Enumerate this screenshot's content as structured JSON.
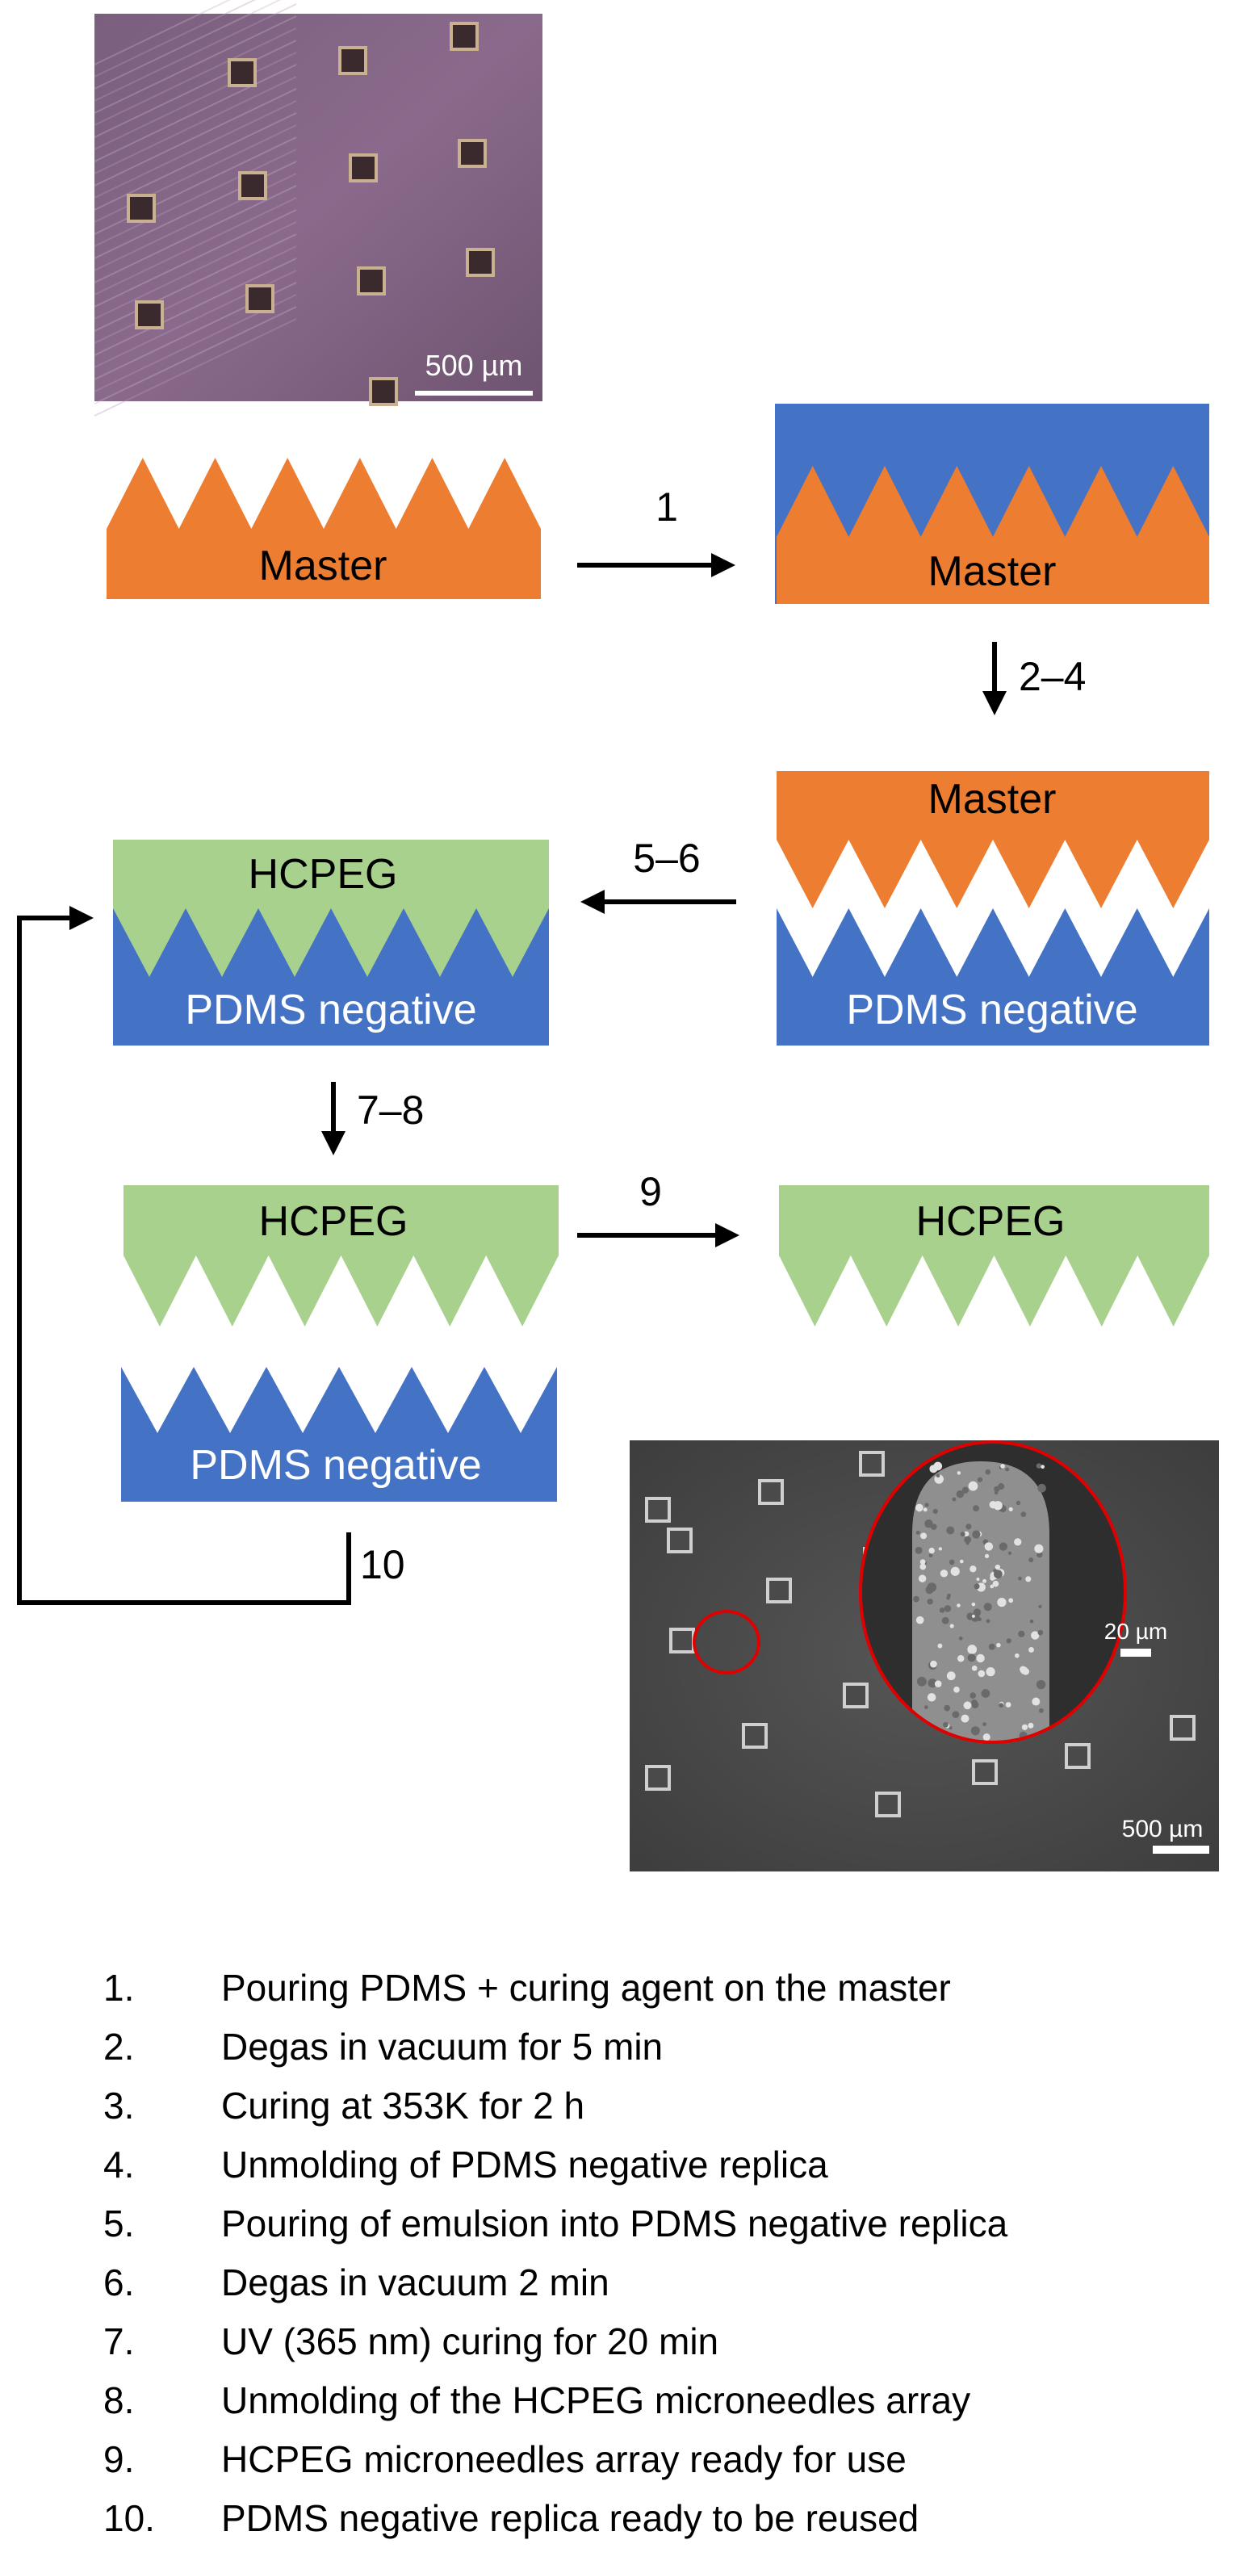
{
  "colors": {
    "master": "#ED7D31",
    "pdms": "#4472C4",
    "hcpeg": "#A9D18E",
    "arrow": "#000000",
    "highlight_circle": "#E00000"
  },
  "blocks": {
    "master_1": "Master",
    "master_2": "Master",
    "master_3": "Master",
    "pdms_1": "PDMS negative",
    "hcpeg_1": "HCPEG",
    "pdms_2": "PDMS negative",
    "hcpeg_2": "HCPEG",
    "hcpeg_3": "HCPEG",
    "pdms_3": "PDMS negative"
  },
  "arrow_labels": {
    "a1": "1",
    "a2": "2–4",
    "a3": "5–6",
    "a4": "7–8",
    "a5": "9",
    "a6": "10"
  },
  "images": {
    "optical_scale": "500 µm",
    "sem_scale": "500 µm",
    "sem_inset_scale": "20 µm"
  },
  "steps": [
    {
      "num": "1.",
      "text": "Pouring PDMS + curing agent on the master"
    },
    {
      "num": "2.",
      "text": "Degas in vacuum for 5 min"
    },
    {
      "num": "3.",
      "text": "Curing at 353K for 2 h"
    },
    {
      "num": "4.",
      "text": "Unmolding of PDMS negative replica"
    },
    {
      "num": "5.",
      "text": "Pouring of emulsion into PDMS negative replica"
    },
    {
      "num": "6.",
      "text": "Degas in vacuum 2 min"
    },
    {
      "num": "7.",
      "text": "UV (365 nm) curing for 20 min"
    },
    {
      "num": "8.",
      "text": "Unmolding of the HCPEG microneedles array"
    },
    {
      "num": "9.",
      "text": "HCPEG microneedles array ready for use"
    },
    {
      "num": "10.",
      "text": "PDMS negative replica ready to be reused"
    }
  ]
}
